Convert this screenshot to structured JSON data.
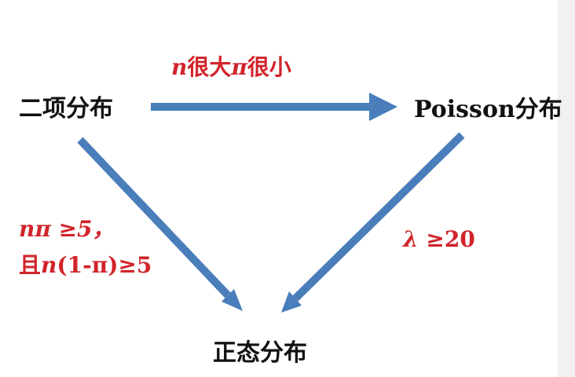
{
  "nodes": {
    "binomial": "二项分布",
    "poisson": "Poisson分布",
    "normal": "正态分布"
  },
  "conditions": {
    "binomial_to_poisson": {
      "var1": "n",
      "text1": "很大",
      "var2": "π",
      "text2": "很小"
    },
    "binomial_to_normal": {
      "line1": "nπ ≥5，",
      "line2_prefix": "且",
      "line2_var": "n",
      "line2_rest": "(1-π)≥5"
    },
    "poisson_to_normal": {
      "var": "λ",
      "rest": " ≥20"
    }
  },
  "colors": {
    "arrow": "#4a7ebb",
    "condition_text": "#d1242a",
    "node_text": "#111111",
    "right_edge": "#f1f1f1"
  }
}
